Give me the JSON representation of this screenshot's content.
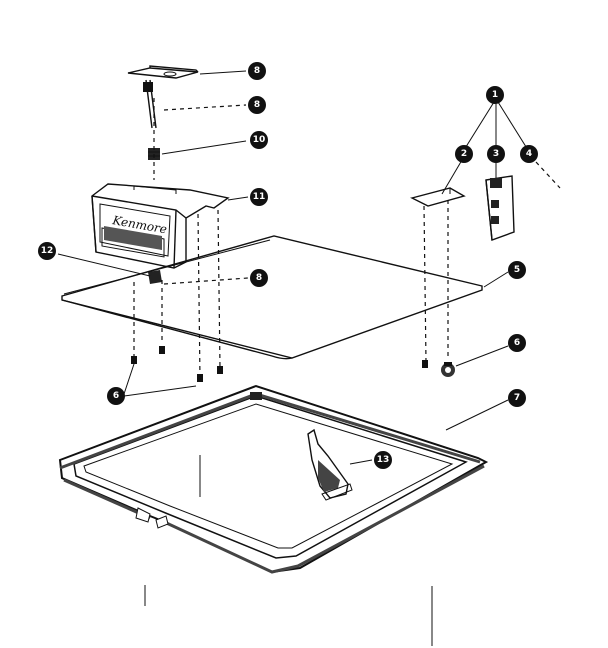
{
  "diagram": {
    "brand_script": "Kenmore",
    "callouts": [
      {
        "id": "c8a",
        "label": "8"
      },
      {
        "id": "c8b",
        "label": "8"
      },
      {
        "id": "c10",
        "label": "10"
      },
      {
        "id": "c11",
        "label": "11"
      },
      {
        "id": "c12",
        "label": "12"
      },
      {
        "id": "c9",
        "label": "8"
      },
      {
        "id": "c1",
        "label": "1"
      },
      {
        "id": "c2",
        "label": "2"
      },
      {
        "id": "c3",
        "label": "3"
      },
      {
        "id": "c4",
        "label": "4"
      },
      {
        "id": "c5",
        "label": "5"
      },
      {
        "id": "c6a",
        "label": "6"
      },
      {
        "id": "c6b",
        "label": "6"
      },
      {
        "id": "c7",
        "label": "7"
      },
      {
        "id": "c13",
        "label": "13"
      }
    ]
  }
}
